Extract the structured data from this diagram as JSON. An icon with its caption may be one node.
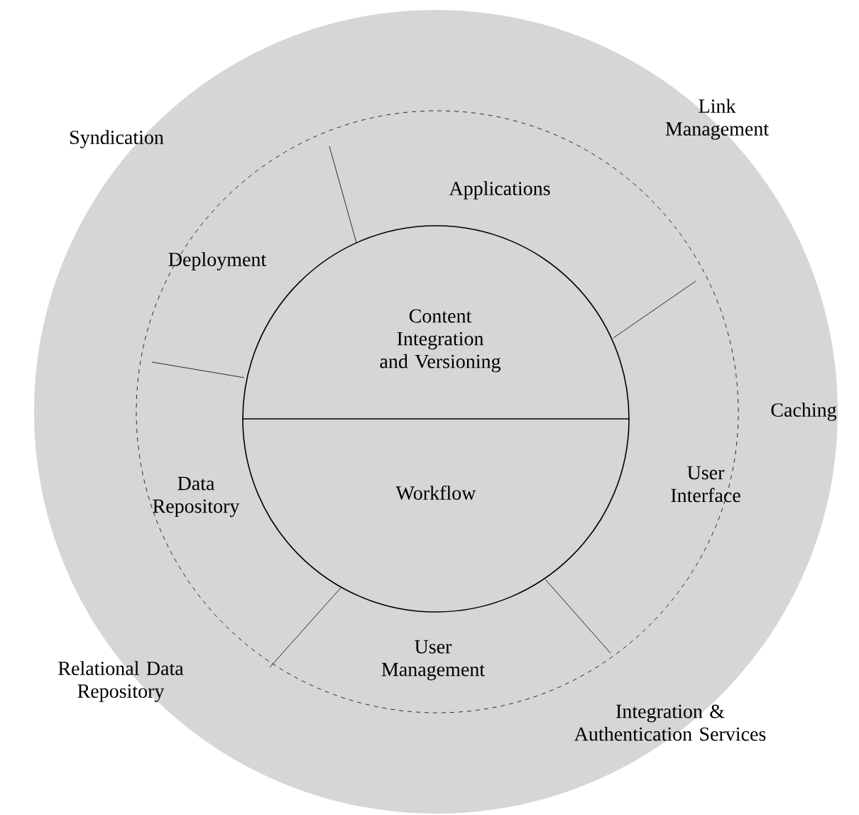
{
  "diagram": {
    "nodes": [
      {
        "text": [
          "Syndication",
          "Link Management",
          "Caching",
          "Integration & Authentication Services",
          "Relational Data Repository"
        ]
      },
      {
        "text": [],
        "shape": "circle",
        "in": 0
      },
      {
        "text": [
          "Applications"
        ],
        "in": 1
      },
      {
        "text": [
          "Deployment"
        ],
        "in": 1
      },
      {
        "text": [
          "Data Repository"
        ],
        "in": 1
      },
      {
        "text": [
          "User Interface"
        ],
        "in": 1
      },
      {
        "text": [
          "User Management"
        ],
        "in": 1
      },
      {
        "text": [
          "Content Integration and Versioning",
          "Workflow"
        ],
        "in": 1
      }
    ],
    "edges": []
  }
}
